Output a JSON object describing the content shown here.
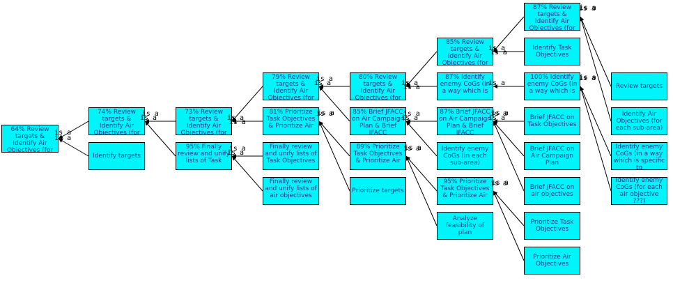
{
  "relation": "is a",
  "colors": {
    "node_fill": "#00f5fa",
    "node_border": "#000000",
    "node_text": "#003a8c",
    "edge": "#000000"
  },
  "nodes": {
    "n1": "64% Review targets & Identify Air Objectives (for",
    "n2": "74% Review targets & Identify Air Objectives (for",
    "n3": "Identify targets",
    "n4": "73% Review targets & Identify Air Objectives (for",
    "n5": "95% Finally review and unify lists of Task",
    "n6": "79% Review targets & Identify Air Objectives (for",
    "n7": "81% Prioritize Task Objectives & Prioritize Air",
    "n8": "Finally review and unify lists of Task Objectives",
    "n9": "Finally review and unify lists of air objectives",
    "n10": "80% Review targets & Identify Air Objectives (for",
    "n11": "85% Brief JFACC on Air Campaign Plan & Brief JFACC",
    "n12": "89% Prioritize Task Objectives & Prioritize Air",
    "n13": "Prioritize targets",
    "n14": "85% Review targets & Identify Air Objectives (for",
    "n15": "87% Identify enemy CoGs (in a way which is",
    "n16": "87% Brief JFACC on Air Campaign Plan & Brief JFACC",
    "n17": "Identify enemy CoGs (in each sub-area)",
    "n18": "95% Prioritize Task Objectives & Prioritize Air",
    "n19": "Analyze feasibility of plan",
    "n20": "87% Review targets & Identify Air Objectives (for",
    "n21": "Identify Task Objectives",
    "n22": "100% Identify enemy CoGs (in a way which is",
    "n23": "Brief JFACC on Task Objectives",
    "n24": "Brief JFACC on Air Campaign Plan",
    "n25": "Brief JFACC on air objectives",
    "n26": "Prioritize Task Objectives",
    "n27": "Prioritize Air Objectives",
    "n28": "Review targets",
    "n29": "Identify Air Objectives (for each sub-area)",
    "n30": "Identify enemy CoGs (in a way which is specific to",
    "n31": "Identify enemy CoGs (for each air objective ???)"
  },
  "edges": [
    [
      "n2",
      "n1"
    ],
    [
      "n3",
      "n1"
    ],
    [
      "n4",
      "n2"
    ],
    [
      "n5",
      "n2"
    ],
    [
      "n6",
      "n4"
    ],
    [
      "n7",
      "n4"
    ],
    [
      "n8",
      "n5"
    ],
    [
      "n9",
      "n5"
    ],
    [
      "n10",
      "n6"
    ],
    [
      "n11",
      "n6"
    ],
    [
      "n12",
      "n7"
    ],
    [
      "n13",
      "n7"
    ],
    [
      "n14",
      "n10"
    ],
    [
      "n15",
      "n10"
    ],
    [
      "n16",
      "n11"
    ],
    [
      "n17",
      "n11"
    ],
    [
      "n18",
      "n12"
    ],
    [
      "n19",
      "n12"
    ],
    [
      "n20",
      "n14"
    ],
    [
      "n21",
      "n14"
    ],
    [
      "n22",
      "n15"
    ],
    [
      "n23",
      "n16"
    ],
    [
      "n24",
      "n16"
    ],
    [
      "n25",
      "n16"
    ],
    [
      "n26",
      "n18"
    ],
    [
      "n27",
      "n18"
    ],
    [
      "n28",
      "n20"
    ],
    [
      "n29",
      "n20"
    ],
    [
      "n30",
      "n22"
    ],
    [
      "n31",
      "n22"
    ]
  ]
}
